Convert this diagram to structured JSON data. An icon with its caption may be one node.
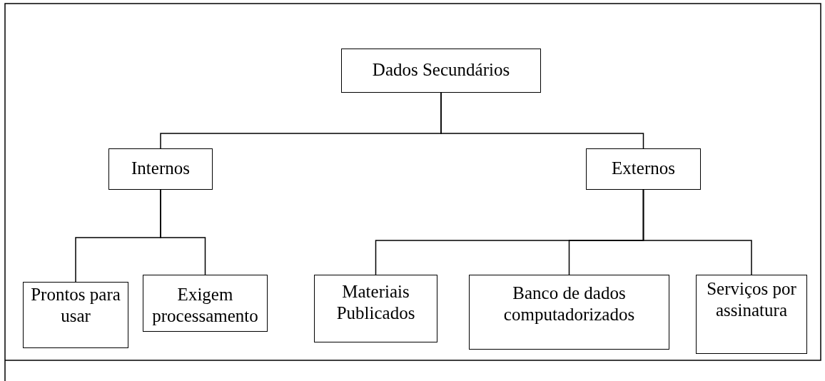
{
  "diagram": {
    "nodes": [
      {
        "text": [
          "Dados Secundários"
        ]
      },
      {
        "text": [
          "Internos"
        ]
      },
      {
        "text": [
          "Externos"
        ]
      },
      {
        "text": [
          "Prontos para usar"
        ]
      },
      {
        "text": [
          "Exigem processamento"
        ]
      },
      {
        "text": [
          "Materiais Publicados"
        ]
      },
      {
        "text": [
          "Banco de dados computadorizados"
        ]
      },
      {
        "text": [
          "Serviços por assinatura"
        ]
      }
    ],
    "edges": [
      {
        "from": 0,
        "to": 1,
        "arrow": "none"
      },
      {
        "from": 0,
        "to": 2,
        "arrow": "none"
      },
      {
        "from": 1,
        "to": 3,
        "arrow": "none"
      },
      {
        "from": 1,
        "to": 4,
        "arrow": "none"
      },
      {
        "from": 2,
        "to": 5,
        "arrow": "none"
      },
      {
        "from": 2,
        "to": 6,
        "arrow": "none"
      },
      {
        "from": 2,
        "to": 7,
        "arrow": "none"
      }
    ]
  }
}
